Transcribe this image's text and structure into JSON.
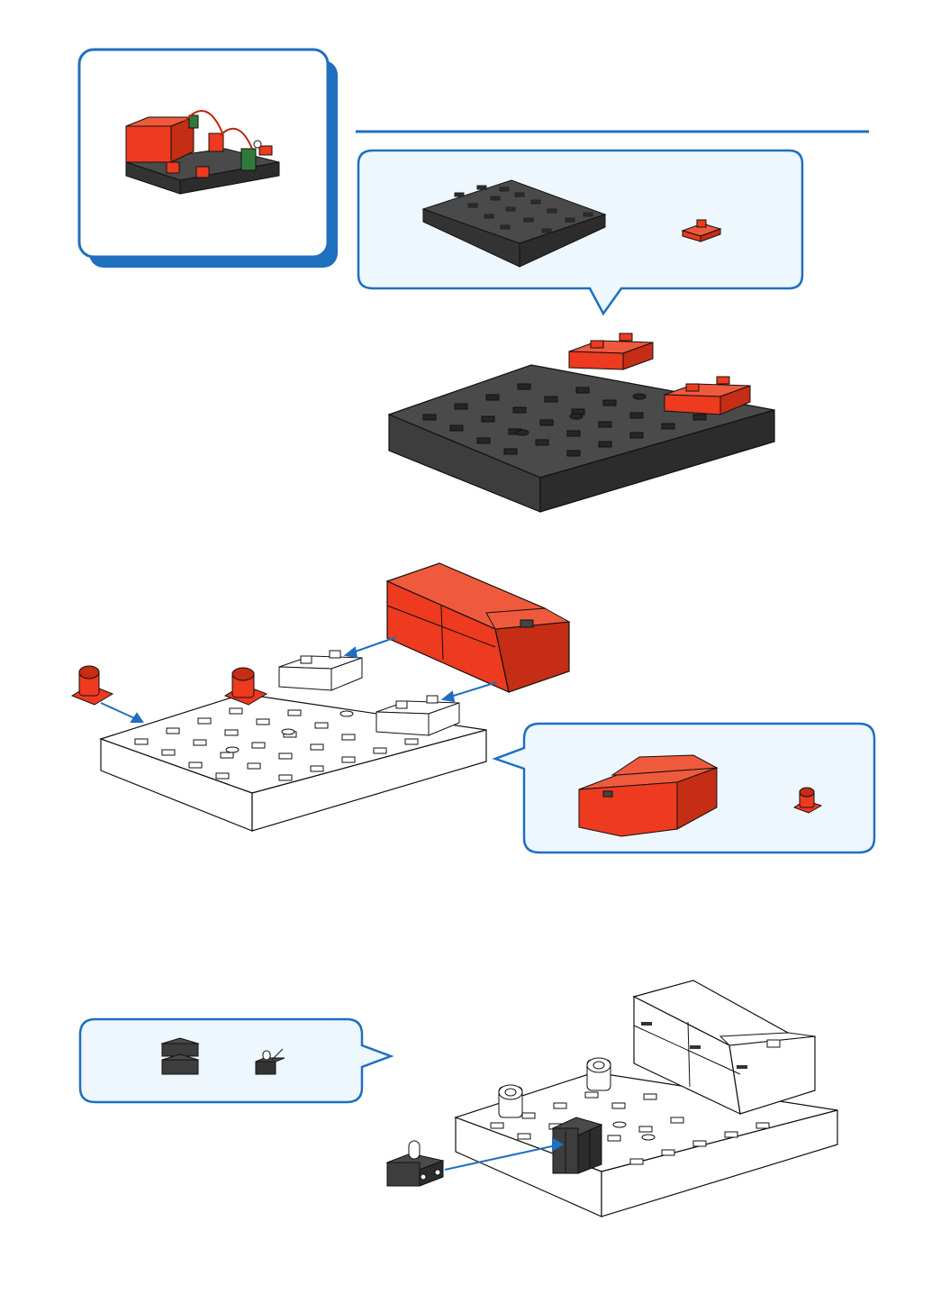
{
  "page": {
    "background": "#ffffff"
  },
  "colors": {
    "accent_blue": "#1f6fbf",
    "bubble_fill": "#eef7fd",
    "part_red": "#ee3a1f",
    "part_red_dark": "#b8260f",
    "part_red_side": "#d22f15",
    "dark_gray": "#3d3d3d",
    "dark_gray_top": "#4a4a4a",
    "dark_gray_side": "#2c2c2c",
    "outline": "#111111",
    "white_part": "#ffffff"
  },
  "preview_card": {
    "icon": "finished-model-thumbnail"
  },
  "steps": [
    {
      "id": "step-1",
      "parts_bubble": {
        "parts": [
          "base-plate-icon",
          "red-connector-icon"
        ]
      },
      "assembly": "red-blocks-on-dark-base-plate"
    },
    {
      "id": "step-2",
      "parts_bubble": {
        "parts": [
          "battery-box-icon",
          "red-holder-icon"
        ]
      },
      "assembly": "battery-box-and-holders-on-base-plate"
    },
    {
      "id": "step-3",
      "parts_bubble": {
        "parts": [
          "black-stack-block-icon",
          "led-module-icon"
        ]
      },
      "assembly": "led-module-on-black-block"
    }
  ]
}
